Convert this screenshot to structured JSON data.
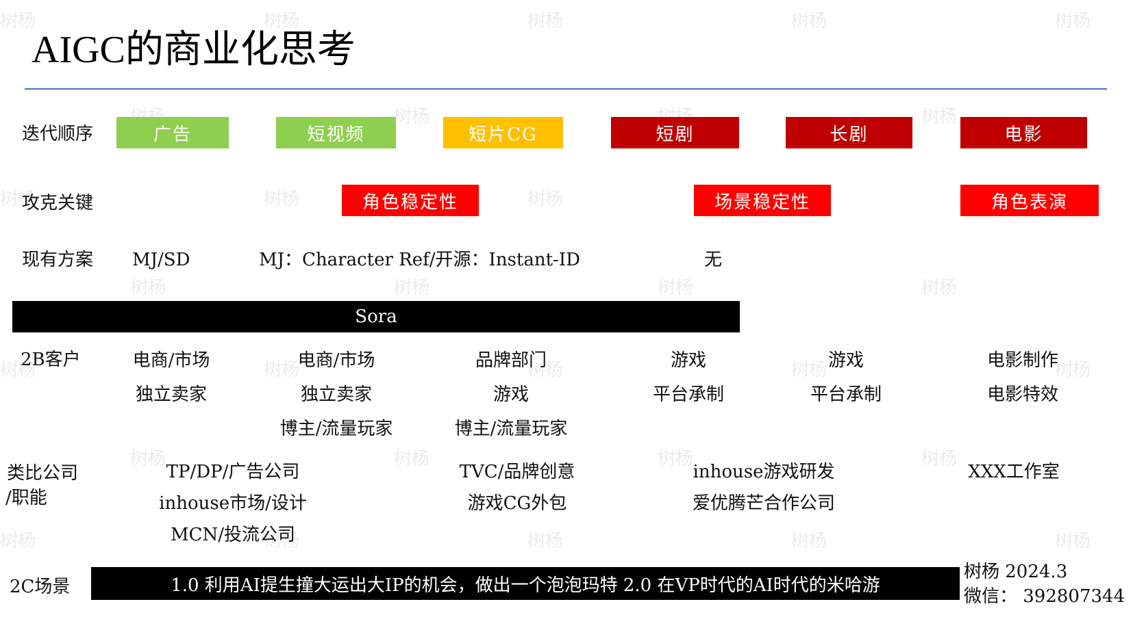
{
  "title": "AIGC的商业化思考",
  "colors": {
    "green": "#8fcf4f",
    "orange": "#ffc000",
    "dark_red": "#c00000",
    "red": "#ff0000",
    "rule": "#4a6fc2",
    "black": "#000000"
  },
  "rows": {
    "iteration": "迭代顺序",
    "key": "攻克关键",
    "solutions": "现有方案",
    "b2b": "2B客户",
    "analog_line1": "类比公司",
    "analog_line2": "/职能",
    "c2c": "2C场景"
  },
  "iteration_boxes": [
    "广告",
    "短视频",
    "短片CG",
    "短剧",
    "长剧",
    "电影"
  ],
  "key_boxes": [
    "角色稳定性",
    "场景稳定性",
    "角色表演"
  ],
  "solutions": [
    "MJ/SD",
    "MJ：Character Ref/开源：Instant-ID",
    "无"
  ],
  "sora": "Sora",
  "b2b_customers": [
    [
      "电商/市场",
      "独立卖家"
    ],
    [
      "电商/市场",
      "独立卖家",
      "博主/流量玩家"
    ],
    [
      "品牌部门",
      "游戏",
      "博主/流量玩家"
    ],
    [
      "游戏",
      "平台承制"
    ],
    [
      "游戏",
      "平台承制"
    ],
    [
      "电影制作",
      "电影特效"
    ]
  ],
  "analog_companies": [
    [
      "TP/DP/广告公司",
      "inhouse市场/设计",
      "MCN/投流公司"
    ],
    [
      "TVC/品牌创意",
      "游戏CG外包"
    ],
    [
      "inhouse游戏研发",
      "爱优腾芒合作公司"
    ],
    [
      "XXX工作室"
    ]
  ],
  "c2c_text": "1.0 利用AI提生撞大运出大IP的机会，做出一个泡泡玛特   2.0 在VP时代的AI时代的米哈游",
  "credit": {
    "line1": "树杨 2024.3",
    "line2": "微信： 392807344"
  },
  "watermark": "树杨"
}
